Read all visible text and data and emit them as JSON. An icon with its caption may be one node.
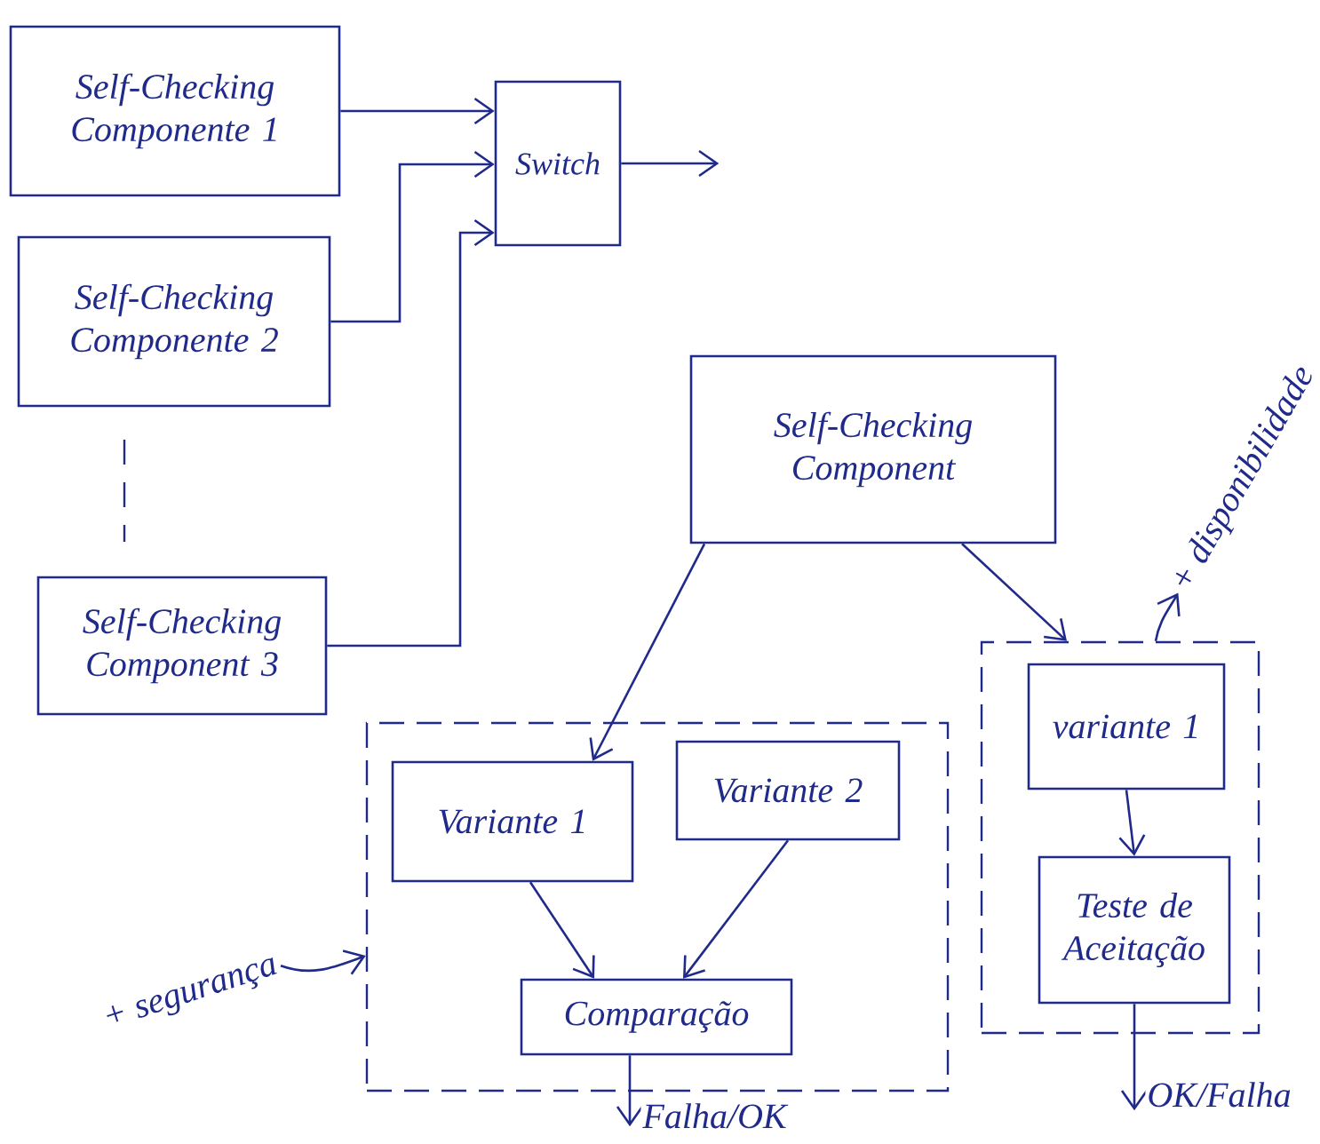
{
  "diagram": {
    "nodes": [
      {
        "text": [
          "Self-Checking Componente 1"
        ]
      },
      {
        "text": [
          "Switch"
        ]
      },
      {
        "text": [
          "Self-Checking Componente 2"
        ]
      },
      {
        "text": [
          "Self-Checking Component 3"
        ]
      },
      {
        "text": [
          "Self-Checking Component"
        ]
      },
      {
        "text": [],
        "shape": "box"
      },
      {
        "text": [
          "Variante 1"
        ],
        "in": 5
      },
      {
        "text": [
          "Variante 2"
        ],
        "in": 5
      },
      {
        "text": [
          "Comparação"
        ],
        "in": 5
      },
      {
        "text": [],
        "shape": "box"
      },
      {
        "text": [
          "variante 1"
        ],
        "in": 9
      },
      {
        "text": [
          "Teste de Aceitação"
        ],
        "in": 9
      },
      {
        "text": [
          "+ segurança"
        ]
      },
      {
        "text": [
          "+ disponibilidade"
        ]
      }
    ],
    "edges": [
      {
        "from": 0,
        "to": 1,
        "arrow": "to"
      },
      {
        "from": 2,
        "to": 1,
        "arrow": "to"
      },
      {
        "from": 3,
        "to": 1,
        "arrow": "to"
      },
      {
        "from": 1,
        "to": null,
        "arrow": "to"
      },
      {
        "from": 4,
        "to": 6,
        "arrow": "to"
      },
      {
        "from": 4,
        "to": 9,
        "arrow": "to"
      },
      {
        "from": 6,
        "to": 8,
        "arrow": "to"
      },
      {
        "from": 7,
        "to": 8,
        "arrow": "to"
      },
      {
        "from": 10,
        "to": 11,
        "arrow": "to"
      },
      {
        "from": 8,
        "to": null,
        "arrow": "to",
        "label": "Falha/OK"
      },
      {
        "from": 11,
        "to": null,
        "arrow": "to",
        "label": "OK/Falha"
      },
      {
        "from": 12,
        "to": 5,
        "arrow": "to"
      },
      {
        "from": 9,
        "to": 13,
        "arrow": "to"
      }
    ]
  }
}
